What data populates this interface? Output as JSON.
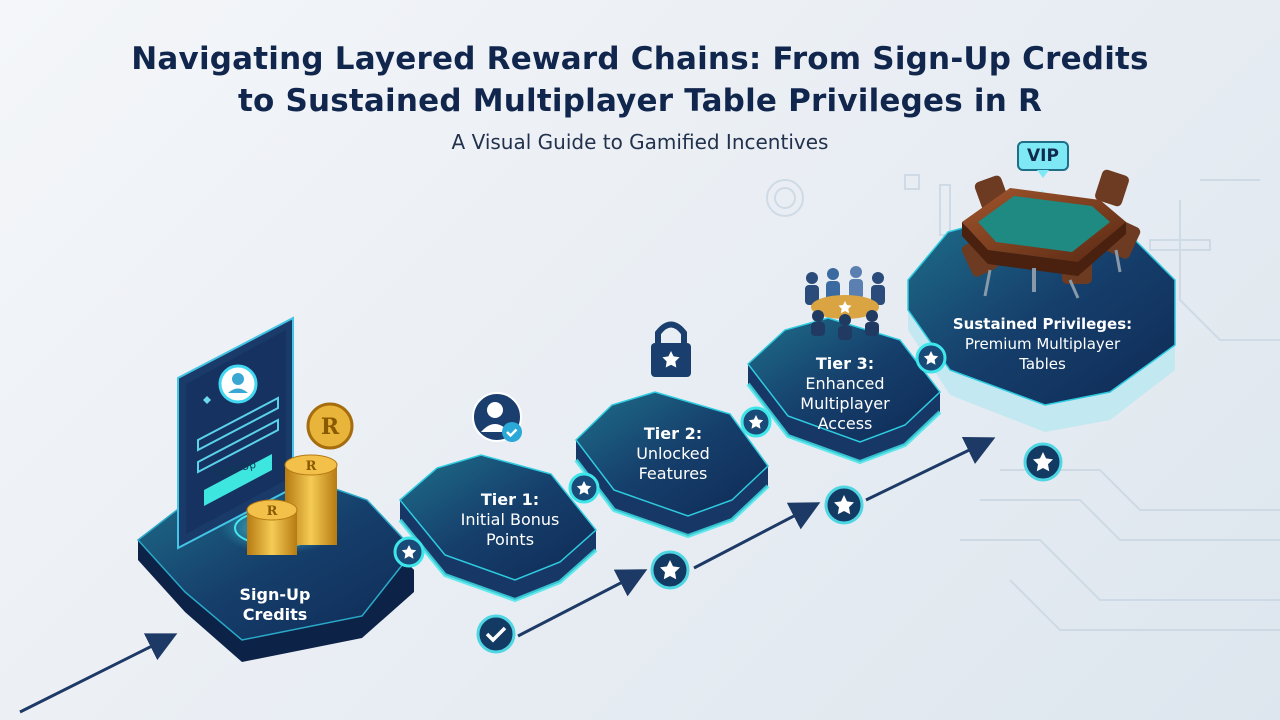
{
  "header": {
    "title_line1": "Navigating Layered Reward Chains: From Sign-Up Credits",
    "title_line2": "to Sustained Multiplayer Table Privileges in R",
    "subtitle": "A Visual Guide to Gamified Incentives"
  },
  "stages": [
    {
      "id": "signup",
      "line1": "Sign-Up",
      "line2": "Credits"
    },
    {
      "id": "tier1",
      "line1": "Tier 1:",
      "line2": "Initial Bonus",
      "line3": "Points"
    },
    {
      "id": "tier2",
      "line1": "Tier 2:",
      "line2": "Unlocked",
      "line3": "Features"
    },
    {
      "id": "tier3",
      "line1": "Tier 3:",
      "line2": "Enhanced",
      "line3": "Multiplayer",
      "line4": "Access"
    },
    {
      "id": "sustained",
      "line1": "Sustained Privileges:",
      "line2": "Premium Multiplayer",
      "line3": "Tables"
    }
  ],
  "badges": {
    "vip": "VIP",
    "signup_button": "Sign Up",
    "coin_letter": "R"
  },
  "icons": [
    "user-check-icon",
    "lock-star-icon",
    "team-table-icon",
    "vip-poker-table-icon",
    "check-icon",
    "star-icon"
  ],
  "colors": {
    "title": "#11264d",
    "node_dark": "#13305c",
    "node_teal": "#1f6f86",
    "glow": "#35e0e8",
    "arrow": "#1d3a66",
    "coin": "#e8b53a"
  }
}
